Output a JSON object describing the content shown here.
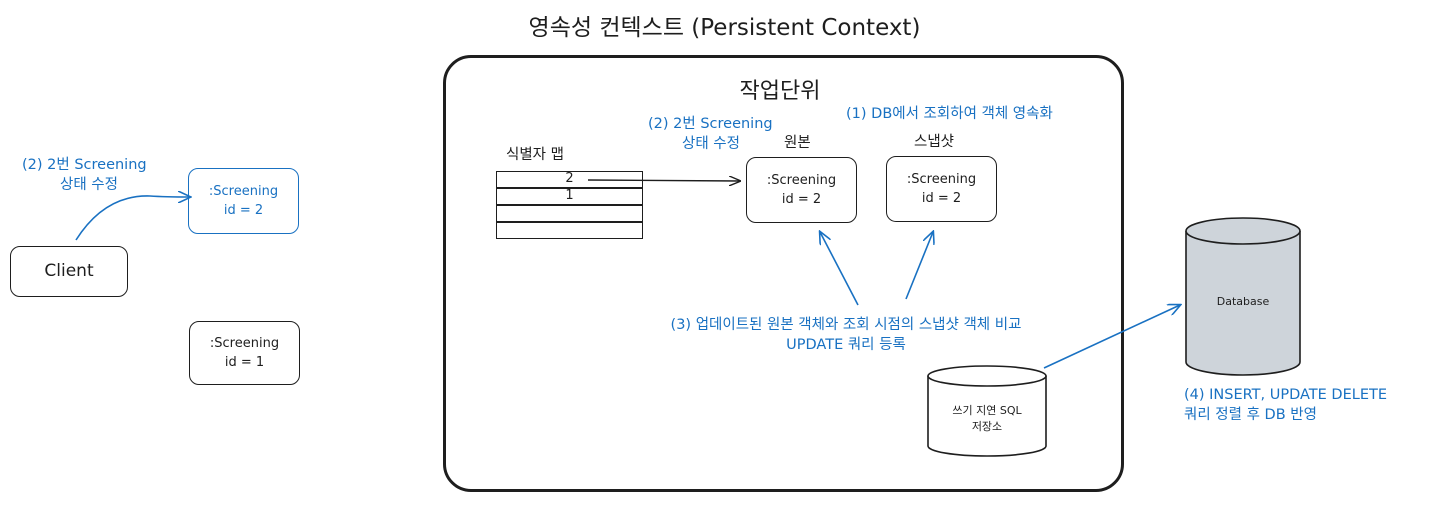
{
  "diagram": {
    "title": "영속성 컨텍스트 (Persistent Context)",
    "unit_title": "작업단위",
    "client": {
      "label": "Client"
    },
    "client_note": {
      "line1": "(2)  2번 Screening",
      "line2": "상태 수정"
    },
    "entity_outside_2": {
      "line1": ":Screening",
      "line2": "id = 2"
    },
    "entity_outside_1": {
      "line1": ":Screening",
      "line2": "id = 1"
    },
    "identifier_map": {
      "label": "식별자 맵",
      "rows": [
        "2",
        "1",
        "",
        ""
      ]
    },
    "inner_note": {
      "line1": "(2)  2번 Screening",
      "line2": "상태 수정"
    },
    "original": {
      "heading": "원본",
      "line1": ":Screening",
      "line2": "id = 2"
    },
    "snapshot_note": "(1) DB에서 조회하여 객체 영속화",
    "snapshot": {
      "heading": "스냅샷",
      "line1": ":Screening",
      "line2": "id = 2"
    },
    "compare_note": {
      "line1": "(3) 업데이트된 원본 객체와 조회 시점의 스냅샷 객체 비교",
      "line2": "UPDATE 쿼리 등록"
    },
    "sql_store": {
      "line1": "쓰기 지연 SQL",
      "line2": "저장소"
    },
    "database": {
      "label": "Database"
    },
    "flush_note": {
      "line1": "(4) INSERT, UPDATE DELETE",
      "line2": "쿼리 정렬 후 DB 반영"
    },
    "colors": {
      "accent": "#1971c2",
      "stroke": "#1e1e1e",
      "db_fill": "#ced4da"
    }
  }
}
